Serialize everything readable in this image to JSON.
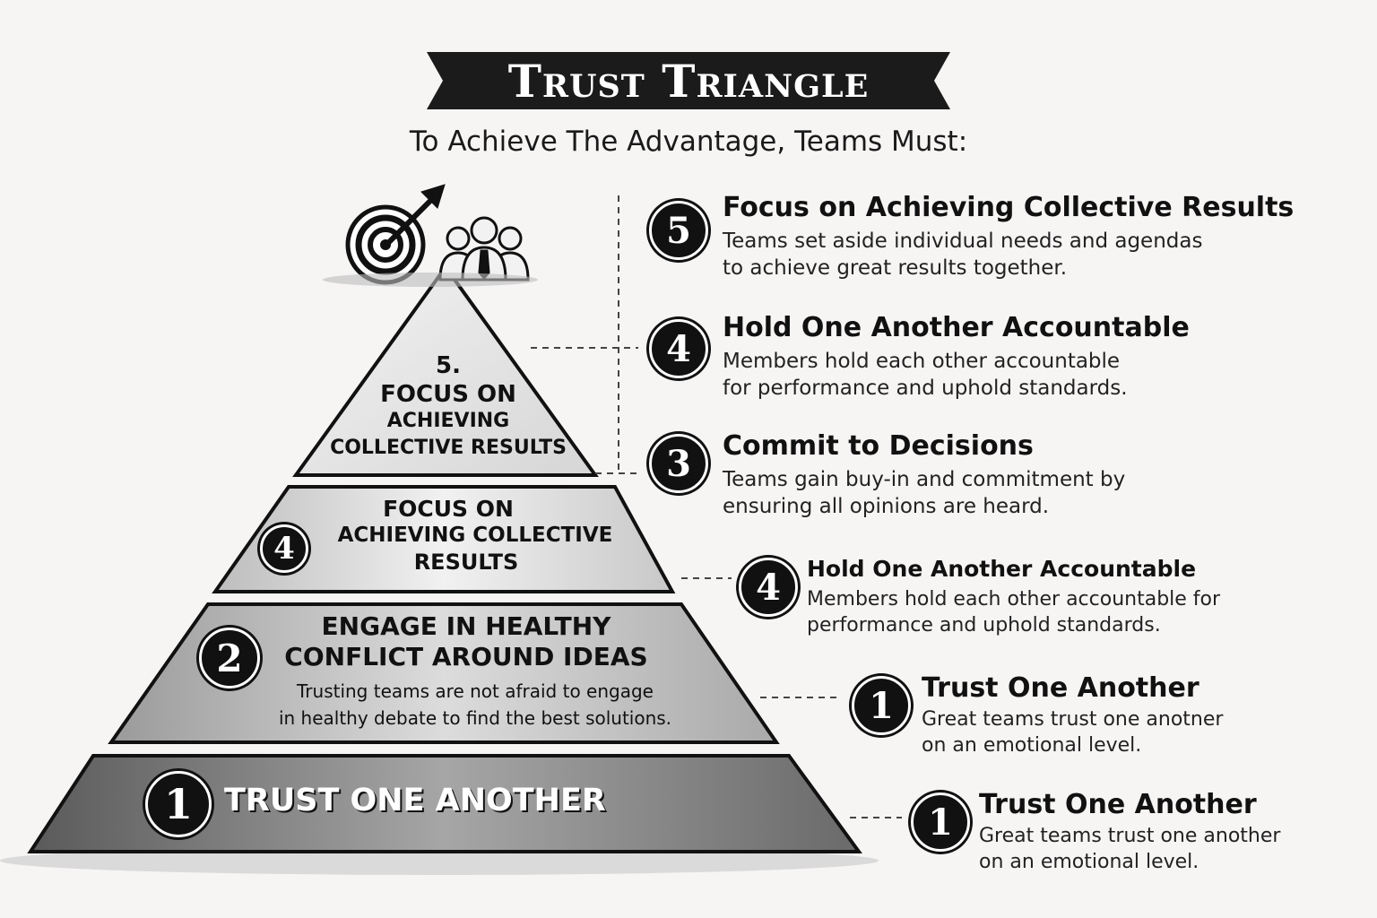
{
  "header": {
    "title": "Trust Triangle",
    "subtitle": "To Achieve The Advantage, Teams Must:"
  },
  "pyramid": {
    "level5": {
      "number": "5.",
      "line1": "Focus on",
      "line2": "achieving",
      "line3": "collective results"
    },
    "level4": {
      "badge": "4",
      "line1": "Focus on",
      "line2": "achieving collective",
      "line3": "results"
    },
    "level2": {
      "badge": "2",
      "line1": "Engage in healthy",
      "line2": "conflict around ideas",
      "desc1": "Trusting teams are not afraid to engage",
      "desc2": "in healthy debate to find the best solutions."
    },
    "level1": {
      "badge": "1",
      "label": "Trust One Another"
    }
  },
  "list": [
    {
      "badge": "5",
      "title": "Focus on Achieving Collective Results",
      "desc": "Teams set aside individual needs and agendas\nto achieve great results together."
    },
    {
      "badge": "4",
      "title": "Hold One Another Accountable",
      "desc": "Members hold each other accountable\nfor performance and uphold standards."
    },
    {
      "badge": "3",
      "title": "Commit to Decisions",
      "desc": "Teams gain buy-in and commitment by\nensuring all opinions are heard."
    },
    {
      "badge": "4",
      "title": "Hold One Another Accountable",
      "desc": "Members hold each other accountable for\nperformance and uphold standards."
    },
    {
      "badge": "1",
      "title": "Trust One Another",
      "desc": "Great teams trust one anotner\non an emotional level."
    },
    {
      "badge": "1",
      "title": "Trust One Another",
      "desc": "Great teams trust one another\non an emotional level."
    }
  ],
  "colors": {
    "ink": "#111111",
    "paper": "#f7f5f4",
    "tier_top": "#ececec",
    "tier_mid": "#d9d9d9",
    "tier_low": "#bdbdbd",
    "tier_base": "#8f8f8f"
  },
  "icons": [
    "target-icon",
    "arrow-icon",
    "team-people-icon"
  ]
}
